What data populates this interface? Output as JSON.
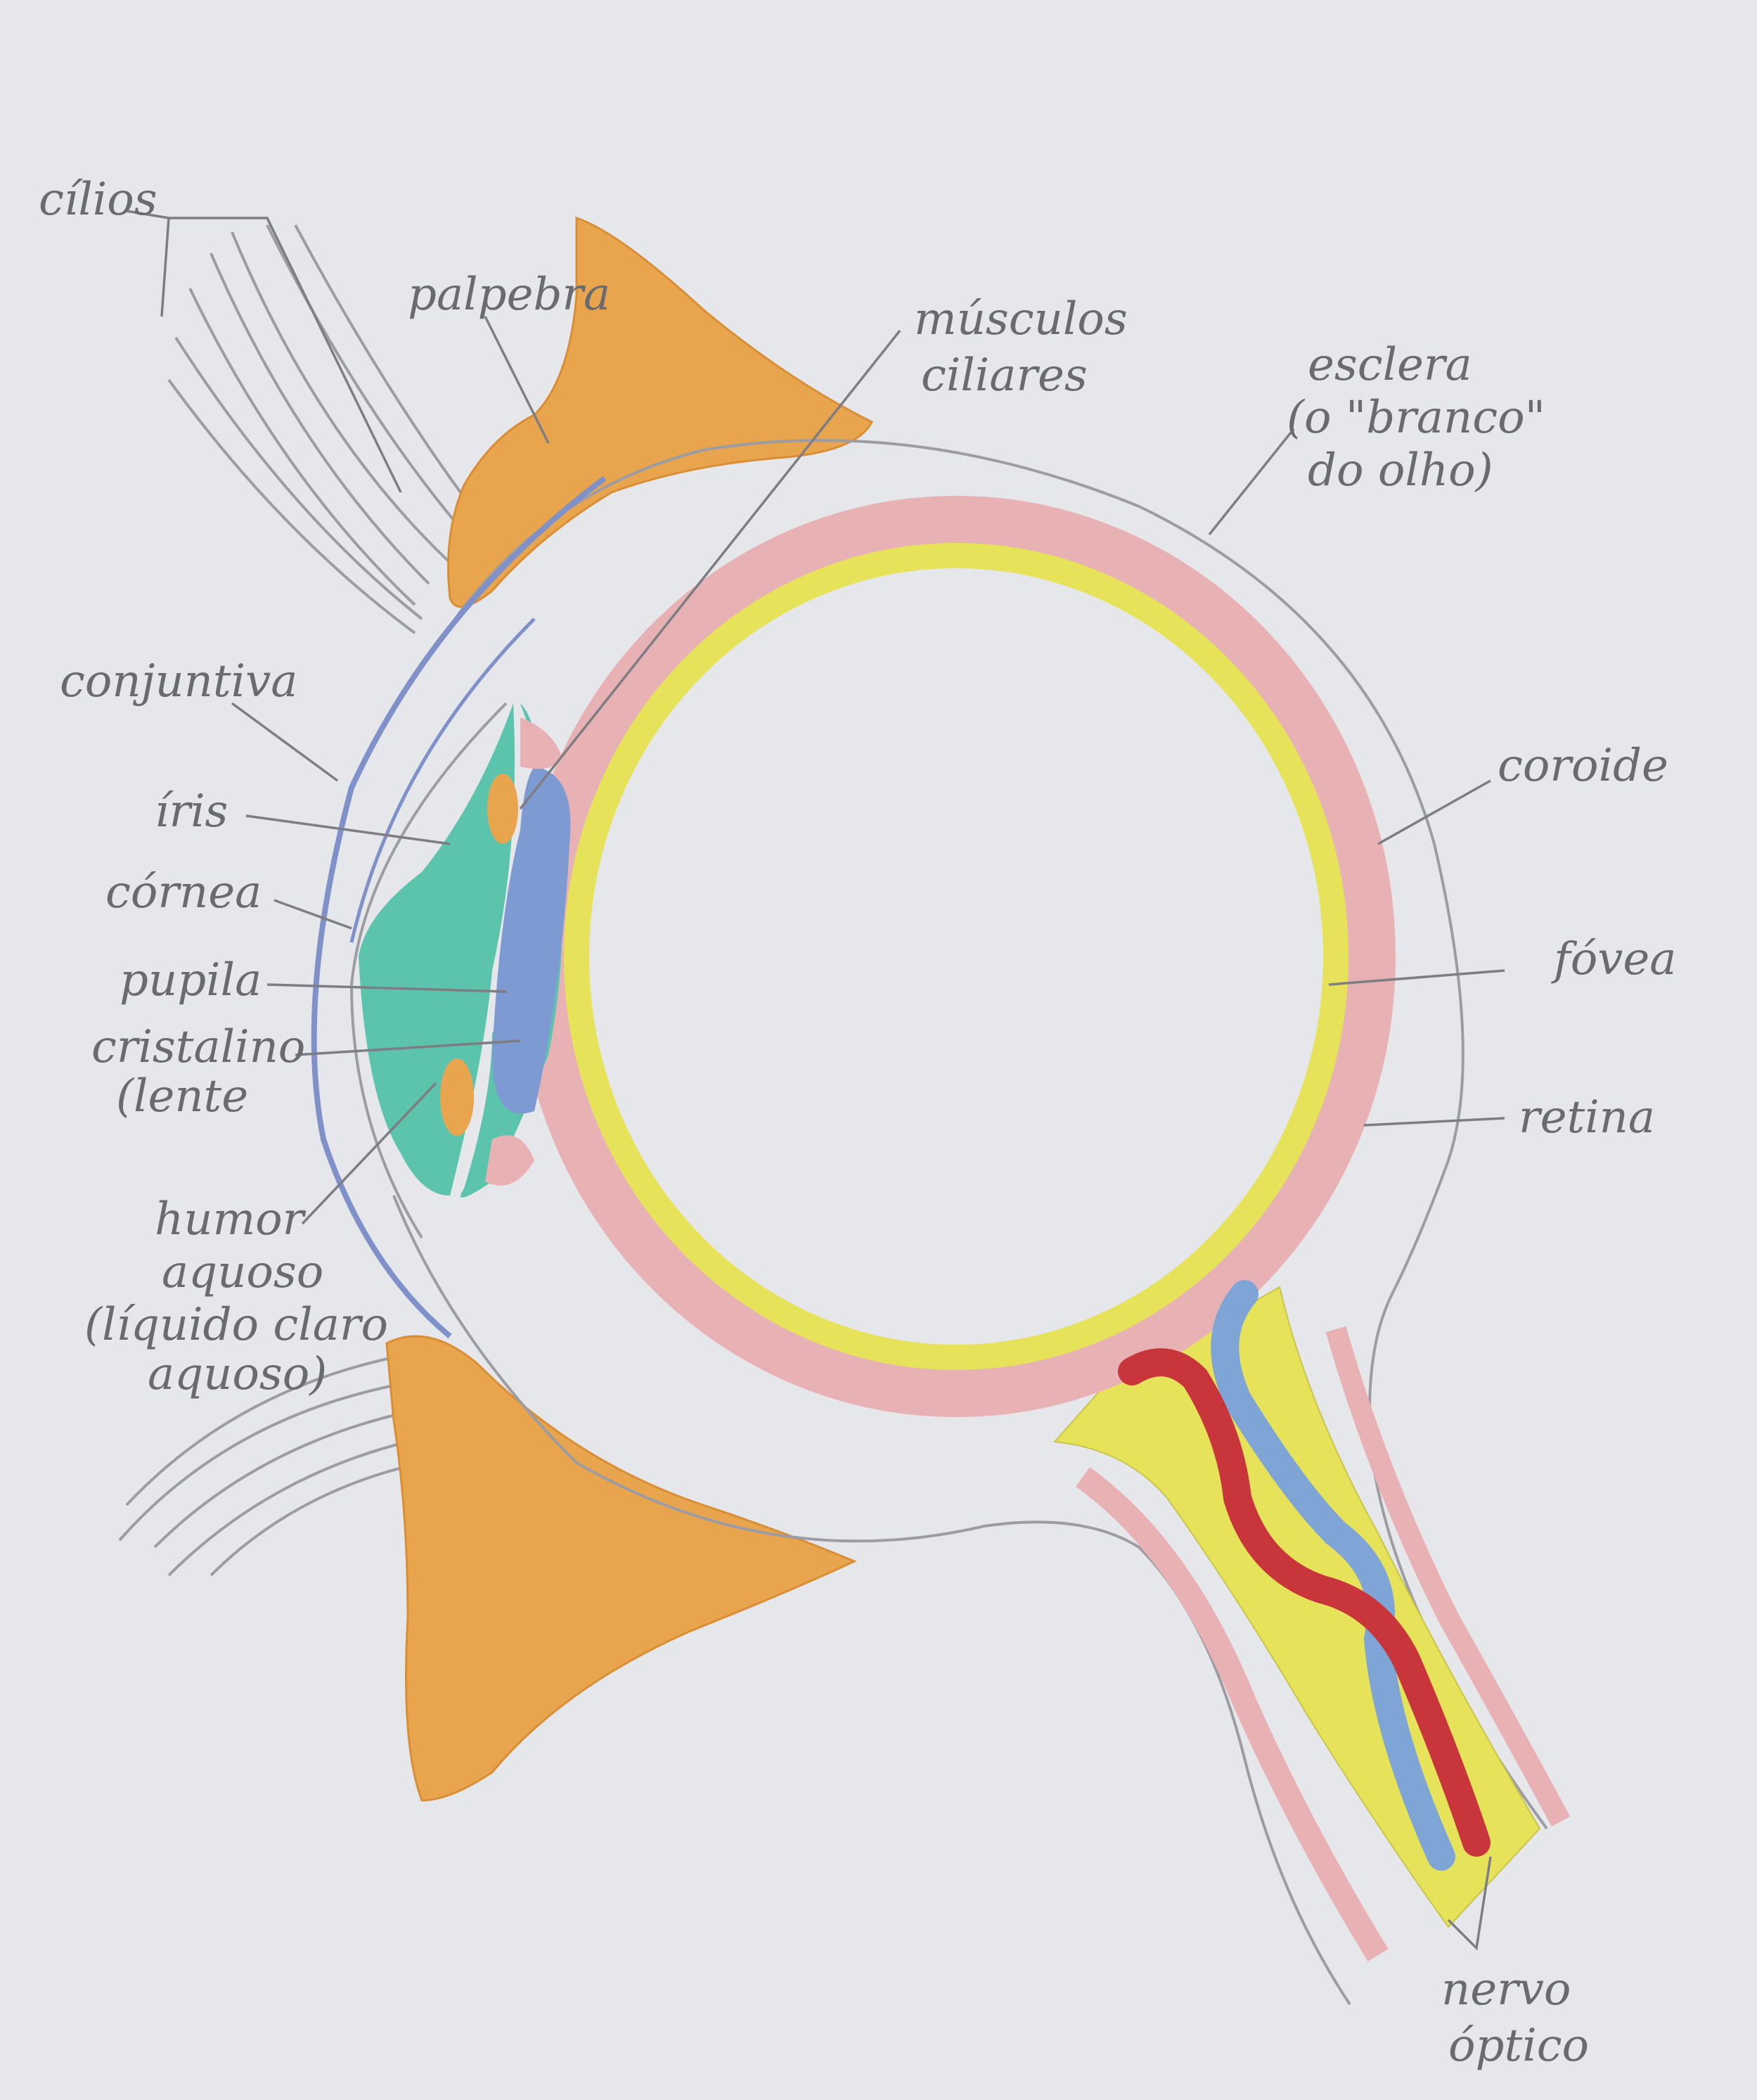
{
  "labels": {
    "cilios": "cílios",
    "palpebra": "palpebra",
    "musculos_1": "músculos",
    "musculos_2": "ciliares",
    "esclera_1": "esclera",
    "esclera_2": "(o \"branco\"",
    "esclera_3": "do olho)",
    "conjuntiva": "conjuntiva",
    "iris": "íris",
    "cornea": "córnea",
    "pupila": "pupila",
    "cristalino_1": "cristalino",
    "cristalino_2": "(lente",
    "coroide": "coroide",
    "fovea": "fóvea",
    "retina": "retina",
    "humor_1": "humor",
    "humor_2": "aquoso",
    "humor_3": "(líquido claro",
    "humor_4": "aquoso)",
    "nervo_1": "nervo",
    "nervo_2": "óptico"
  },
  "colors": {
    "paper": "#e6e7eb",
    "eyelid": "#e8a54e",
    "sclera_line": "#9c9ca2",
    "choroid": "#e8b2b4",
    "retina": "#e6e35a",
    "cornea_iris": "#5cc3ad",
    "lens": "#7d9ad2",
    "conjunctiva": "#8090c8",
    "ciliary_muscle": "#e8a54e",
    "artery": "#c8353a",
    "vein": "#7fa4d6",
    "label_text": "#6a6a70"
  }
}
